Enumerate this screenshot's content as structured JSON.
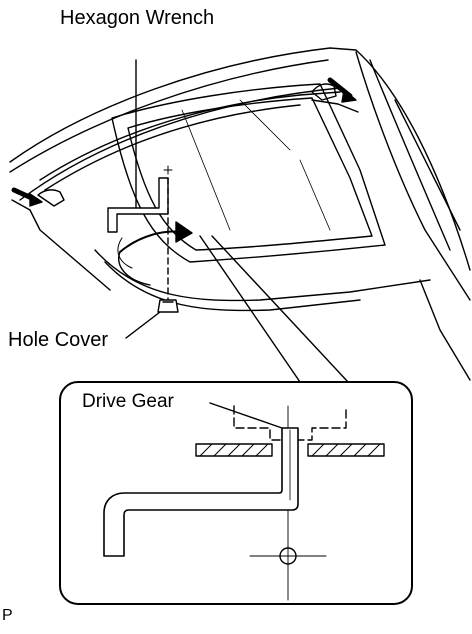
{
  "labels": {
    "hexagon_wrench": "Hexagon Wrench",
    "hole_cover": "Hole Cover",
    "drive_gear": "Drive Gear",
    "corner_mark": "P"
  }
}
